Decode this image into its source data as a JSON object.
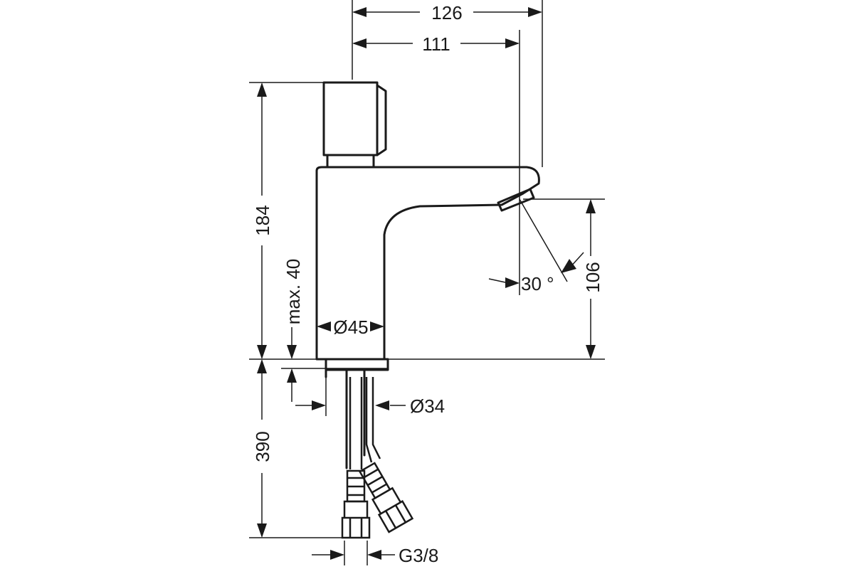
{
  "dimensions": {
    "overall_depth": "126",
    "spout_reach": "111",
    "tap_height": "184",
    "spout_height": "106",
    "max_thickness": "max. 40",
    "body_diameter": "Ø45",
    "spout_angle": "30 °",
    "hole_diameter": "Ø34",
    "hose_length": "390",
    "connection_thread": "G3/8"
  }
}
